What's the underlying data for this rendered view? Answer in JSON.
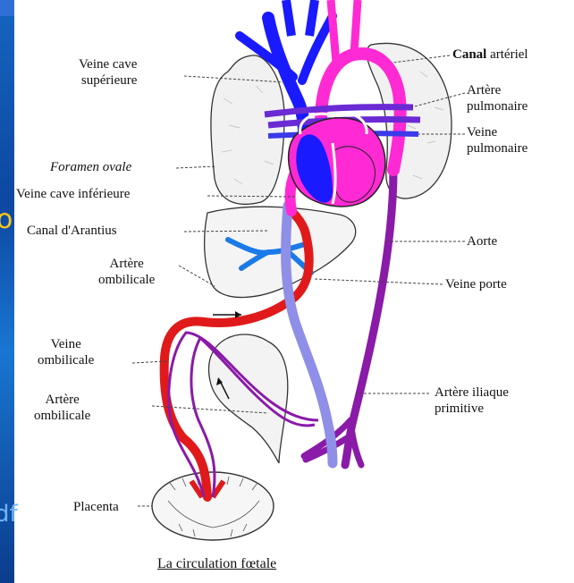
{
  "edge": {
    "left_top": "o",
    "left_bottom": "df"
  },
  "labels": {
    "veine_cave_sup_1": "Veine cave",
    "veine_cave_sup_2": "supérieure",
    "foramen_ovale": "Foramen ovale",
    "veine_cave_inf": "Veine cave inférieure",
    "canal_arantius": "Canal d'Arantius",
    "artere_ombilicale_top_1": "Artère",
    "artere_ombilicale_top_2": "ombilicale",
    "veine_ombilicale_1": "Veine",
    "veine_ombilicale_2": "ombilicale",
    "artere_ombilicale_bot_1": "Artère",
    "artere_ombilicale_bot_2": "ombilicale",
    "placenta": "Placenta",
    "canal_arteriel_1": "Canal",
    "canal_arteriel_2": "artériel",
    "artere_pulmonaire_1": "Artère",
    "artere_pulmonaire_2": "pulmonaire",
    "veine_pulmonaire_1": "Veine",
    "veine_pulmonaire_2": "pulmonaire",
    "aorte": "Aorte",
    "veine_porte": "Veine porte",
    "artere_iliaque_1": "Artère iliaque",
    "artere_iliaque_2": "primitive"
  },
  "caption": "La circulation fœtale",
  "colors": {
    "venous_blue": "#1a1aff",
    "arterial_red": "#e01a1a",
    "mixed_magenta": "#ff2ad4",
    "mixed_purple": "#8a1aa8",
    "lavender": "#8f8fe8",
    "outline": "#222222"
  }
}
